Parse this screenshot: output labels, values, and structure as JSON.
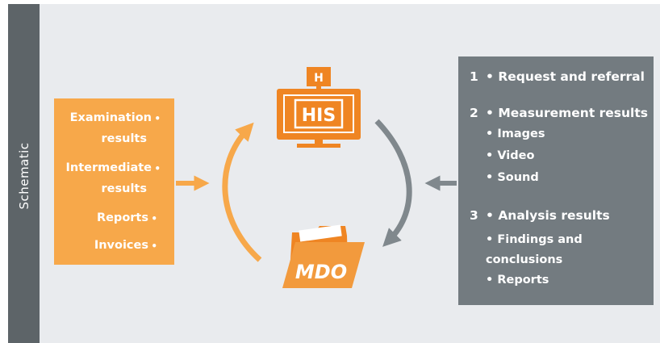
{
  "side_label": "Schematic",
  "left_items": [
    {
      "lines": [
        "Examination",
        "results"
      ]
    },
    {
      "lines": [
        "Intermediate",
        "results"
      ]
    },
    {
      "lines": [
        "Reports"
      ]
    },
    {
      "lines": [
        "Invoices"
      ]
    }
  ],
  "his_icon": {
    "badge": "H",
    "label": "HIS"
  },
  "mdo_icon": {
    "label": "MDO"
  },
  "right_groups": [
    {
      "num": "1",
      "title": "Request and referral",
      "items": []
    },
    {
      "num": "2",
      "title": "Measurement results",
      "items": [
        "Images",
        "Video",
        "Sound"
      ]
    },
    {
      "num": "3",
      "title": "Analysis results",
      "items": [
        "Findings and conclusions",
        "Reports"
      ]
    }
  ],
  "colors": {
    "orange": "#f7a84a",
    "dark_orange": "#ef8523",
    "gray": "#737b80",
    "arrow_gray": "#80888d",
    "background": "#e9ebee"
  }
}
